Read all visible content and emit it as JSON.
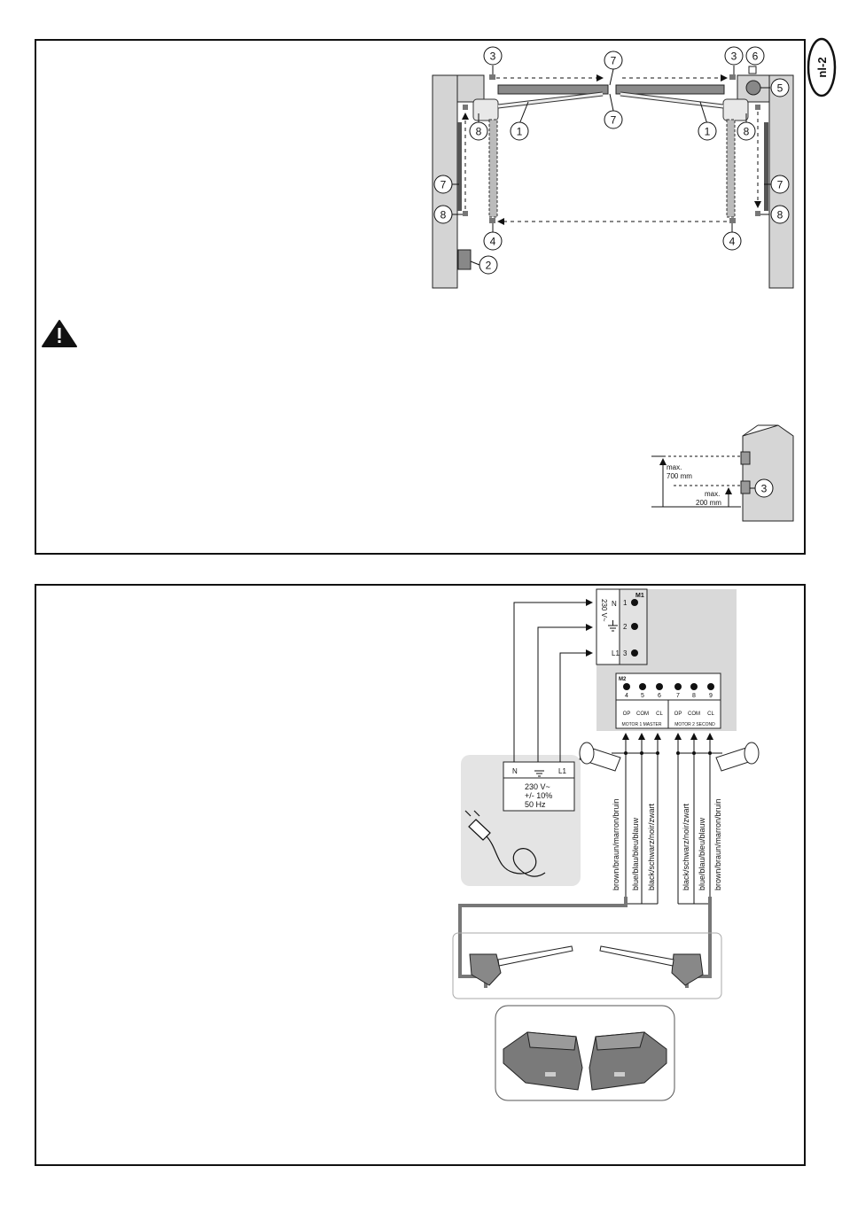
{
  "page_tab": "nl-2",
  "labels": {
    "n1": "1",
    "n2": "2",
    "n3": "3",
    "n4": "4",
    "n5": "5",
    "n6": "6",
    "n7": "7",
    "n8": "8"
  },
  "height_detail": {
    "max700": "max.",
    "mm700": "700 mm",
    "max200": "max.",
    "mm200": "200 mm"
  },
  "m1": {
    "title": "M1",
    "voltage": "230 V~",
    "n": "N",
    "l1": "L1",
    "pins": [
      "1",
      "2",
      "3"
    ]
  },
  "m2": {
    "title": "M2",
    "pins": [
      "4",
      "5",
      "6",
      "7",
      "8",
      "9"
    ],
    "terms": [
      "OP",
      "COM",
      "CL",
      "OP",
      "COM",
      "CL"
    ],
    "motor1": "MOTOR 1 MASTER",
    "motor2": "MOTOR 2 SECOND"
  },
  "supply": {
    "n": "N",
    "l1": "L1",
    "line1": "230 V~",
    "line2": "+/- 10%",
    "line3": "50 Hz"
  },
  "wires": {
    "brown": "brown/braun/marron/bruin",
    "blue": "blue/blau/bleu/blauw",
    "black": "black/schwarz/noir/zwart"
  }
}
